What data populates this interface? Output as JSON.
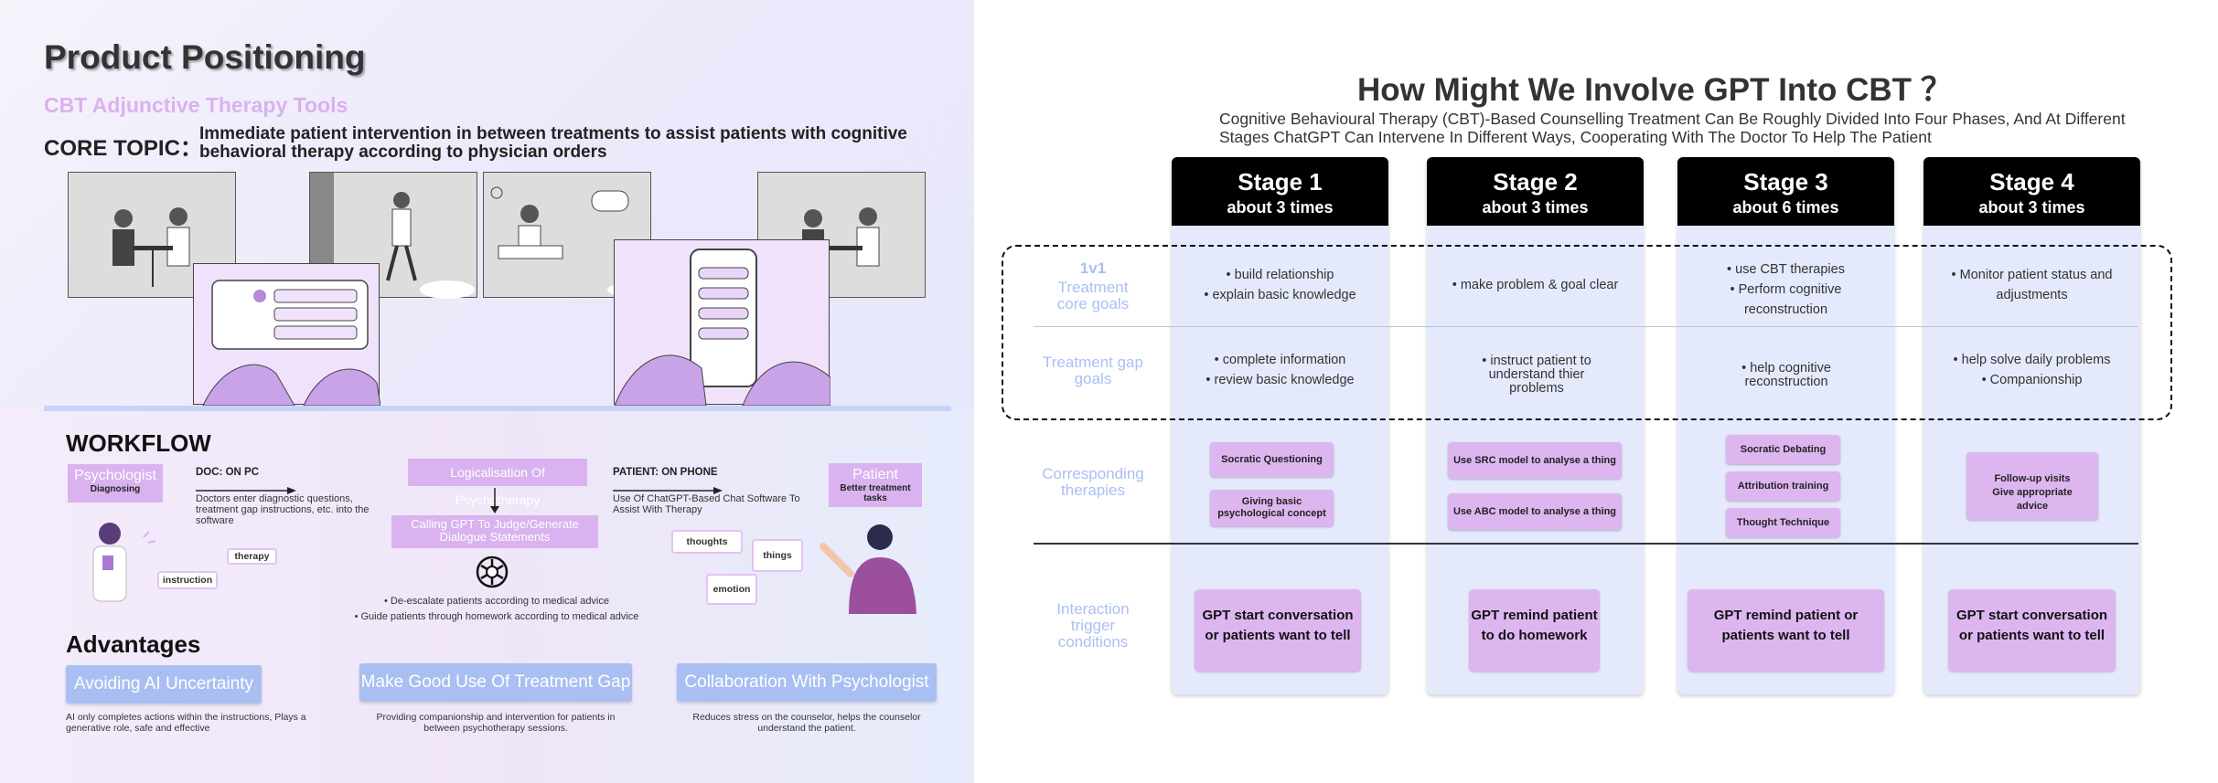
{
  "left": {
    "title": "Product Positioning",
    "subtitle": "CBT Adjunctive Therapy Tools",
    "core_label": "CORE TOPIC：",
    "core_text": "Immediate patient intervention in between treatments to assist patients with cognitive behavioral therapy according to physician orders",
    "workflow": {
      "heading": "WORKFLOW",
      "psychologist": {
        "title": "Psychologist",
        "sub": "Diagnosing"
      },
      "doc_label": "DOC: ON PC",
      "doc_text": "Doctors enter diagnostic questions, treatment gap instructions, etc. into the software",
      "logic_box": "Logicalisation Of Psychotherapy",
      "calling_box": "Calling GPT To Judge/Generate Dialogue Statements",
      "bullets": [
        "De-escalate patients according to medical advice",
        "Guide patients through homework according to medical advice"
      ],
      "patient_label": "PATIENT: ON PHONE",
      "patient_text": "Use Of ChatGPT-Based Chat Software To Assist With Therapy",
      "patient": {
        "title": "Patient",
        "sub": "Better treatment tasks"
      },
      "doc_bubbles": [
        "therapy",
        "instruction"
      ],
      "patient_bubbles": [
        "thoughts",
        "things",
        "emotion"
      ]
    },
    "advantages": {
      "heading": "Advantages",
      "items": [
        {
          "label": "Avoiding AI Uncertainty",
          "desc": "AI only completes actions within the instructions, Plays a generative role, safe and effective"
        },
        {
          "label": "Make Good Use Of Treatment Gap",
          "desc": "Providing companionship and intervention for patients in between psychotherapy sessions."
        },
        {
          "label": "Collaboration With Psychologist",
          "desc": "Reduces stress on the counselor, helps the counselor understand the patient."
        }
      ]
    }
  },
  "right": {
    "title": "How Might We Involve GPT Into CBT ？",
    "desc": "Cognitive Behavioural Therapy (CBT)-Based Counselling Treatment Can Be Roughly Divided Into Four Phases, And At Different Stages ChatGPT Can Intervene In Different Ways, Cooperating With The Doctor To Help The Patient",
    "row_labels": {
      "core_top": "1v1",
      "core": "Treatment core goals",
      "gap": "Treatment gap goals",
      "therapies": "Corresponding therapies",
      "trigger": "Interaction trigger conditions"
    },
    "stages": [
      {
        "name": "Stage 1",
        "time": "about 3 times",
        "core": [
          "build relationship",
          "explain basic knowledge"
        ],
        "gap": [
          "complete information",
          "review basic knowledge"
        ],
        "therapies": [
          "Socratic Questioning",
          "Giving basic psychological concept"
        ],
        "trigger": "GPT start conversation or patients want to tell"
      },
      {
        "name": "Stage 2",
        "time": "about 3 times",
        "core": [
          "make problem & goal clear"
        ],
        "gap": [
          "instruct patient to understand thier problems"
        ],
        "therapies": [
          "Use SRC model to analyse a thing",
          "Use ABC model to analyse a thing"
        ],
        "trigger": "GPT remind patient to do homework"
      },
      {
        "name": "Stage 3",
        "time": "about 6 times",
        "core": [
          "use CBT therapies",
          "Perform cognitive reconstruction"
        ],
        "gap": [
          "help cognitive reconstruction"
        ],
        "therapies": [
          "Socratic Debating",
          "Attribution training",
          "Thought Technique"
        ],
        "trigger": "GPT remind patient or patients want to tell"
      },
      {
        "name": "Stage 4",
        "time": "about 3 times",
        "core": [
          "Monitor patient status and adjustments"
        ],
        "gap": [
          "help solve daily problems",
          "Companionship"
        ],
        "therapies": [
          "Follow-up visits Give appropriate advice"
        ],
        "trigger": "GPT start conversation or patients want to tell"
      }
    ]
  }
}
